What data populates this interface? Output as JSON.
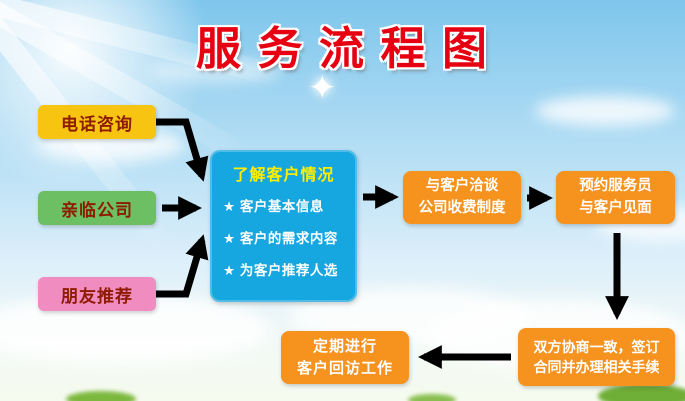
{
  "title": "服 务 流 程 图",
  "sources": {
    "phone": "电话咨询",
    "visit": "亲临公司",
    "friend": "朋友推荐"
  },
  "center": {
    "title": "了解客户情况",
    "items": [
      "★ 客户基本信息",
      "★ 客户的需求内容",
      "★ 为客户推荐人选"
    ]
  },
  "steps": {
    "negotiate": {
      "line1": "与客户洽谈",
      "line2": "公司收费制度"
    },
    "appointment": {
      "line1": "预约服务员",
      "line2": "与客户见面"
    },
    "contract": {
      "line1": "双方协商一致，签订",
      "line2": "合同并办理相关手续"
    },
    "followup": {
      "line1": "定期进行",
      "line2": "客户回访工作"
    }
  },
  "icons": {
    "sparkle": "✦"
  },
  "colors": {
    "title_red": "#e60012",
    "phone_bg": "#f6c411",
    "visit_bg": "#6cbf63",
    "friend_bg": "#f08cc0",
    "center_bg": "#16a7e0",
    "center_title_text": "#ffee00",
    "step_bg": "#f6921e",
    "source_text": "#8e1b00",
    "arrow": "#000000"
  }
}
